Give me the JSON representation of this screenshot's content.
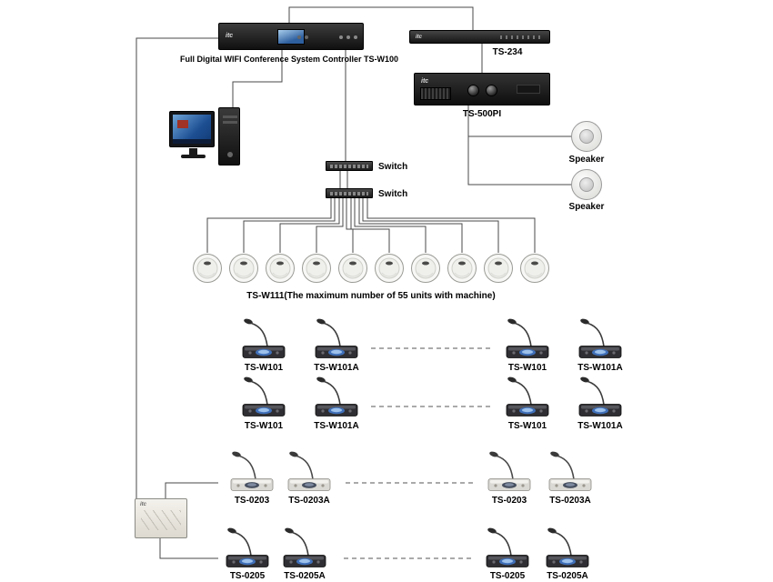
{
  "diagram": {
    "brand": "itc",
    "controller": {
      "label": "Full Digital WIFI Conference System Controller TS-W100"
    },
    "ts234": {
      "label": "TS-234"
    },
    "amplifier": {
      "label": "TS-500PI"
    },
    "speakers": [
      {
        "label": "Speaker"
      },
      {
        "label": "Speaker"
      }
    ],
    "switches": [
      {
        "label": "Switch"
      },
      {
        "label": "Switch"
      }
    ],
    "wifi_units_row": {
      "label": "TS-W111(The maximum number of 55 units with machine)",
      "unit_count": 10
    },
    "mic_rows": [
      {
        "labels": [
          "TS-W101",
          "TS-W101A",
          "TS-W101",
          "TS-W101A"
        ]
      },
      {
        "labels": [
          "TS-W101",
          "TS-W101A",
          "TS-W101",
          "TS-W101A"
        ]
      },
      {
        "labels": [
          "TS-0203",
          "TS-0203A",
          "TS-0203",
          "TS-0203A"
        ]
      },
      {
        "labels": [
          "TS-0205",
          "TS-0205A",
          "TS-0205",
          "TS-0205A"
        ]
      }
    ]
  }
}
